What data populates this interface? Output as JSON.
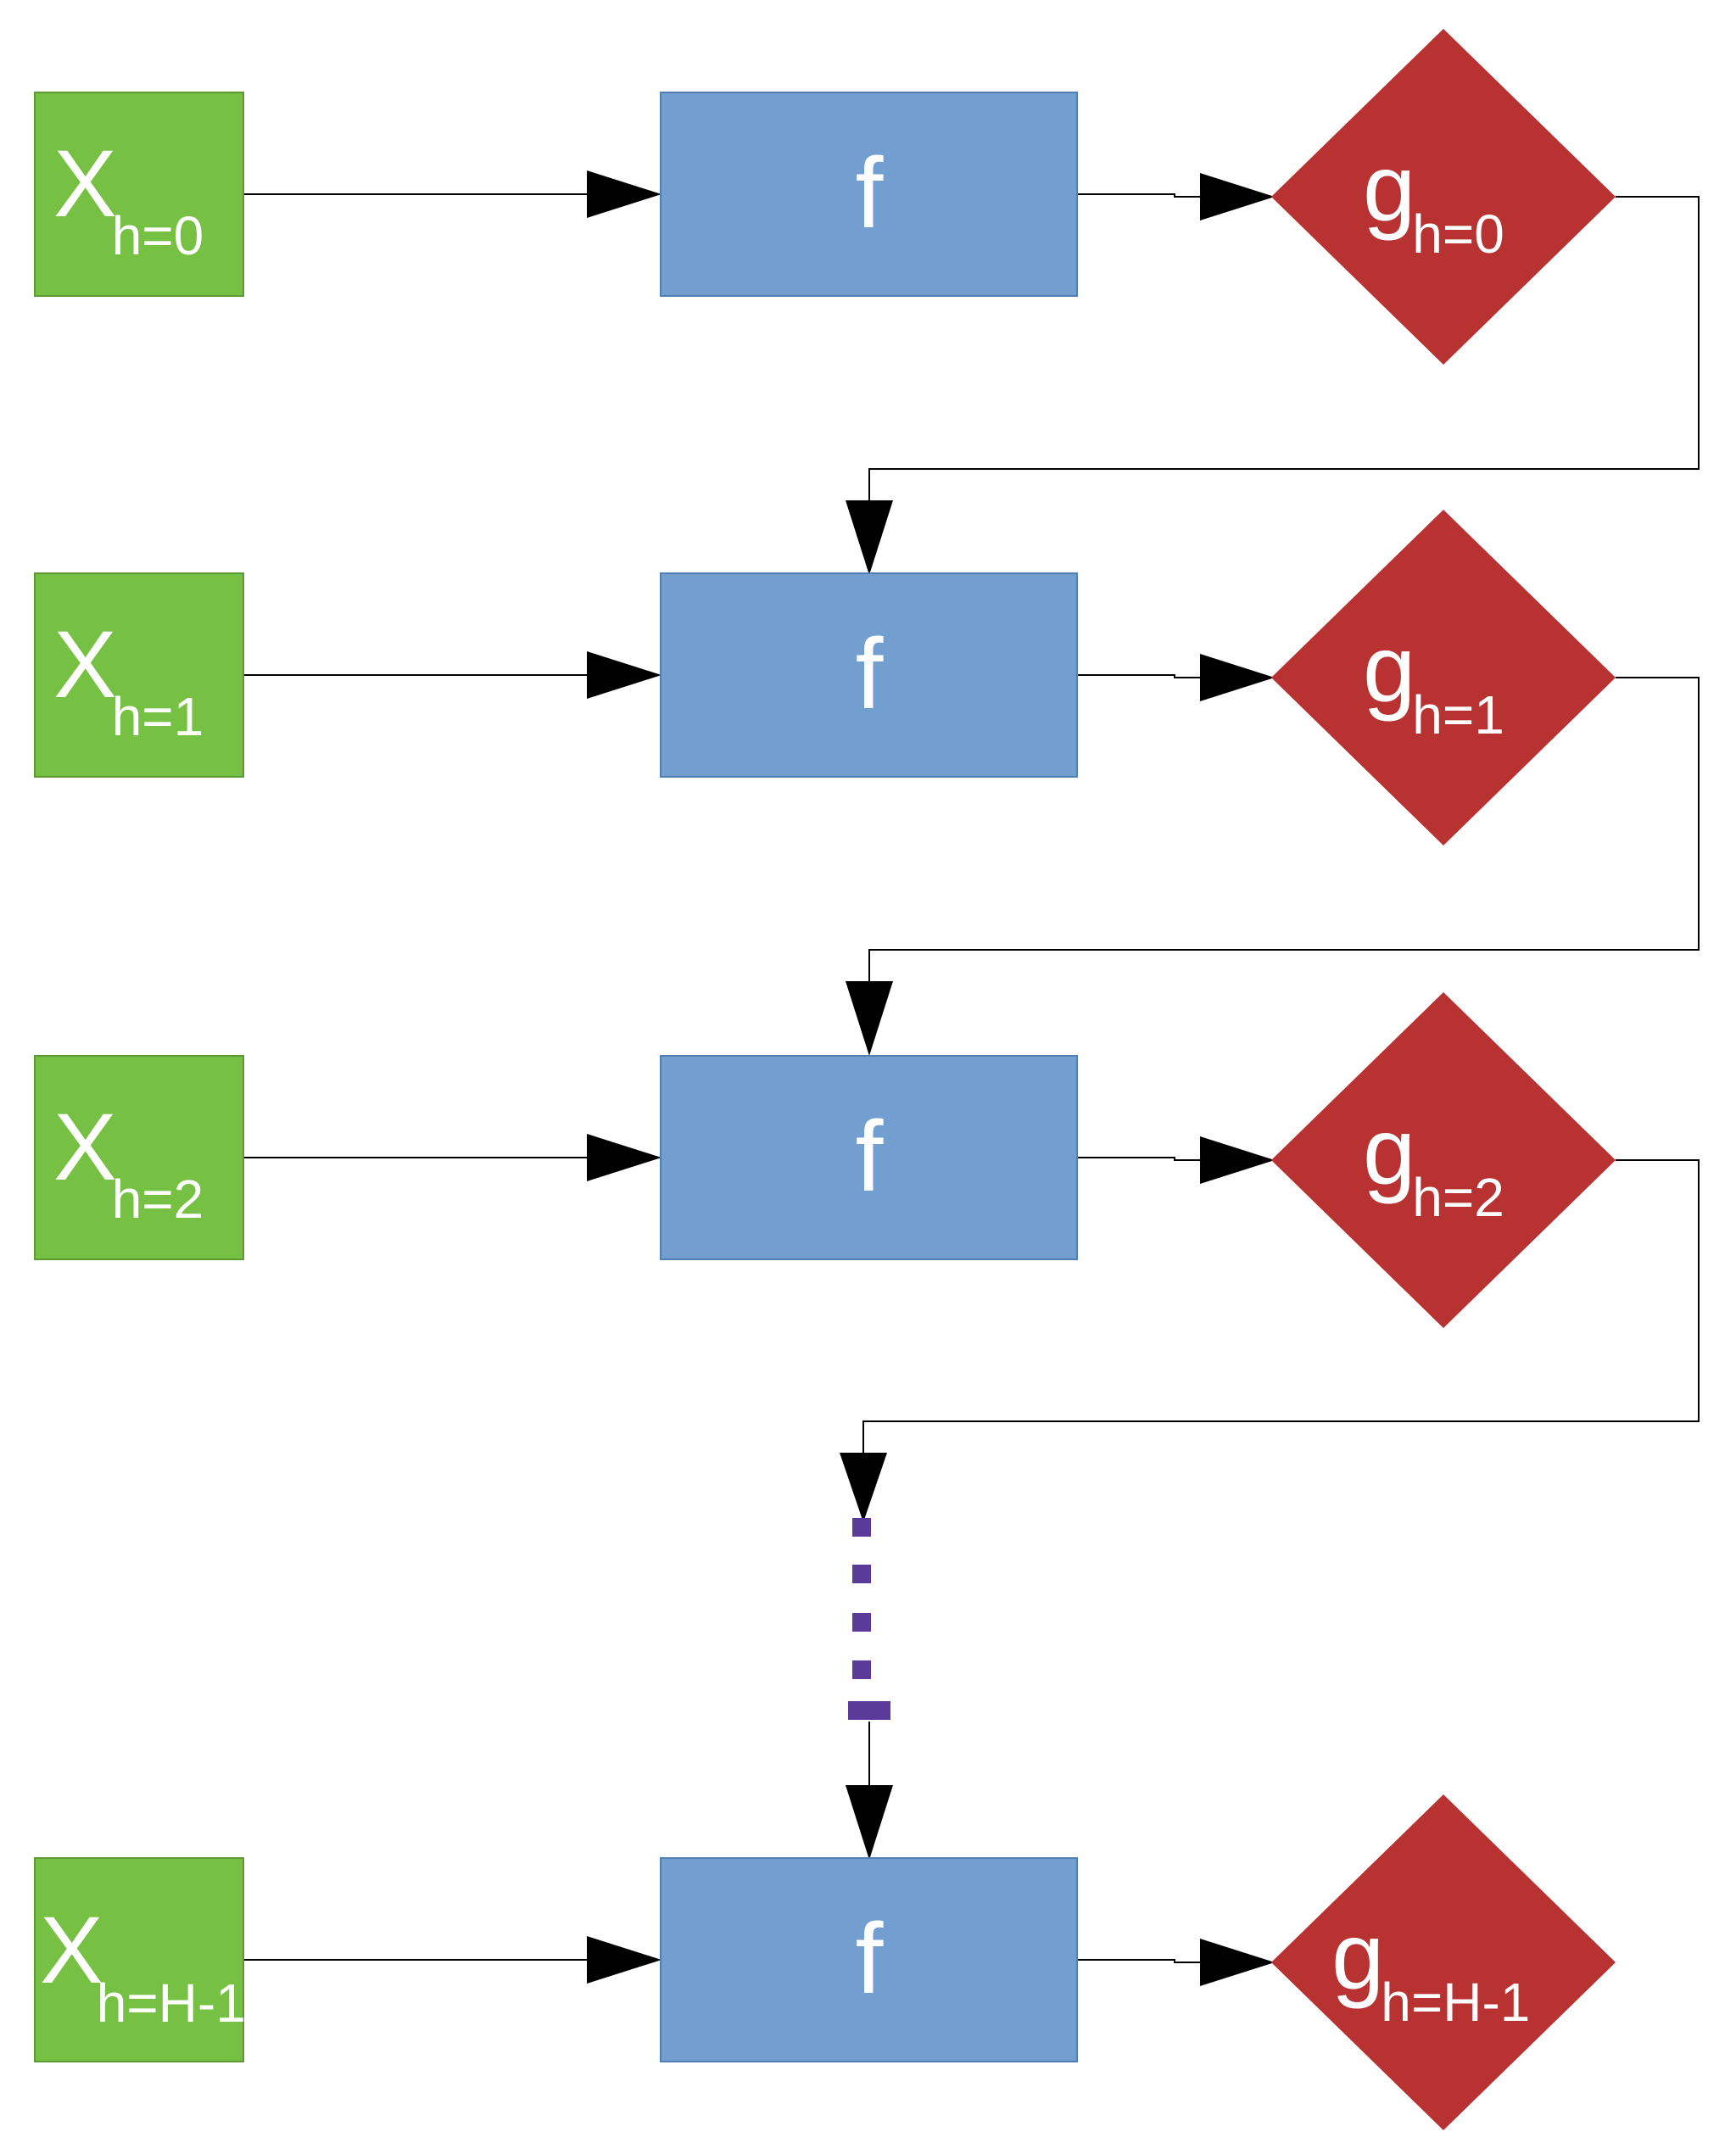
{
  "colors": {
    "input_fill": "#76c043",
    "input_stroke": "#5c9a33",
    "function_fill": "#729fcf",
    "function_stroke": "#4f7fb3",
    "output_fill": "#b83232",
    "connector": "#000000",
    "ellipsis": "#5b3b99"
  },
  "inputs": [
    {
      "main": "X",
      "sub": "h=0"
    },
    {
      "main": "X",
      "sub": "h=1"
    },
    {
      "main": "X",
      "sub": "h=2"
    },
    {
      "main": "X",
      "sub": "h=H-1"
    }
  ],
  "functions": [
    {
      "label": "f"
    },
    {
      "label": "f"
    },
    {
      "label": "f"
    },
    {
      "label": "f"
    }
  ],
  "outputs": [
    {
      "main": "g",
      "sub": "h=0"
    },
    {
      "main": "g",
      "sub": "h=1"
    },
    {
      "main": "g",
      "sub": "h=2"
    },
    {
      "main": "g",
      "sub": "h=H-1"
    }
  ]
}
